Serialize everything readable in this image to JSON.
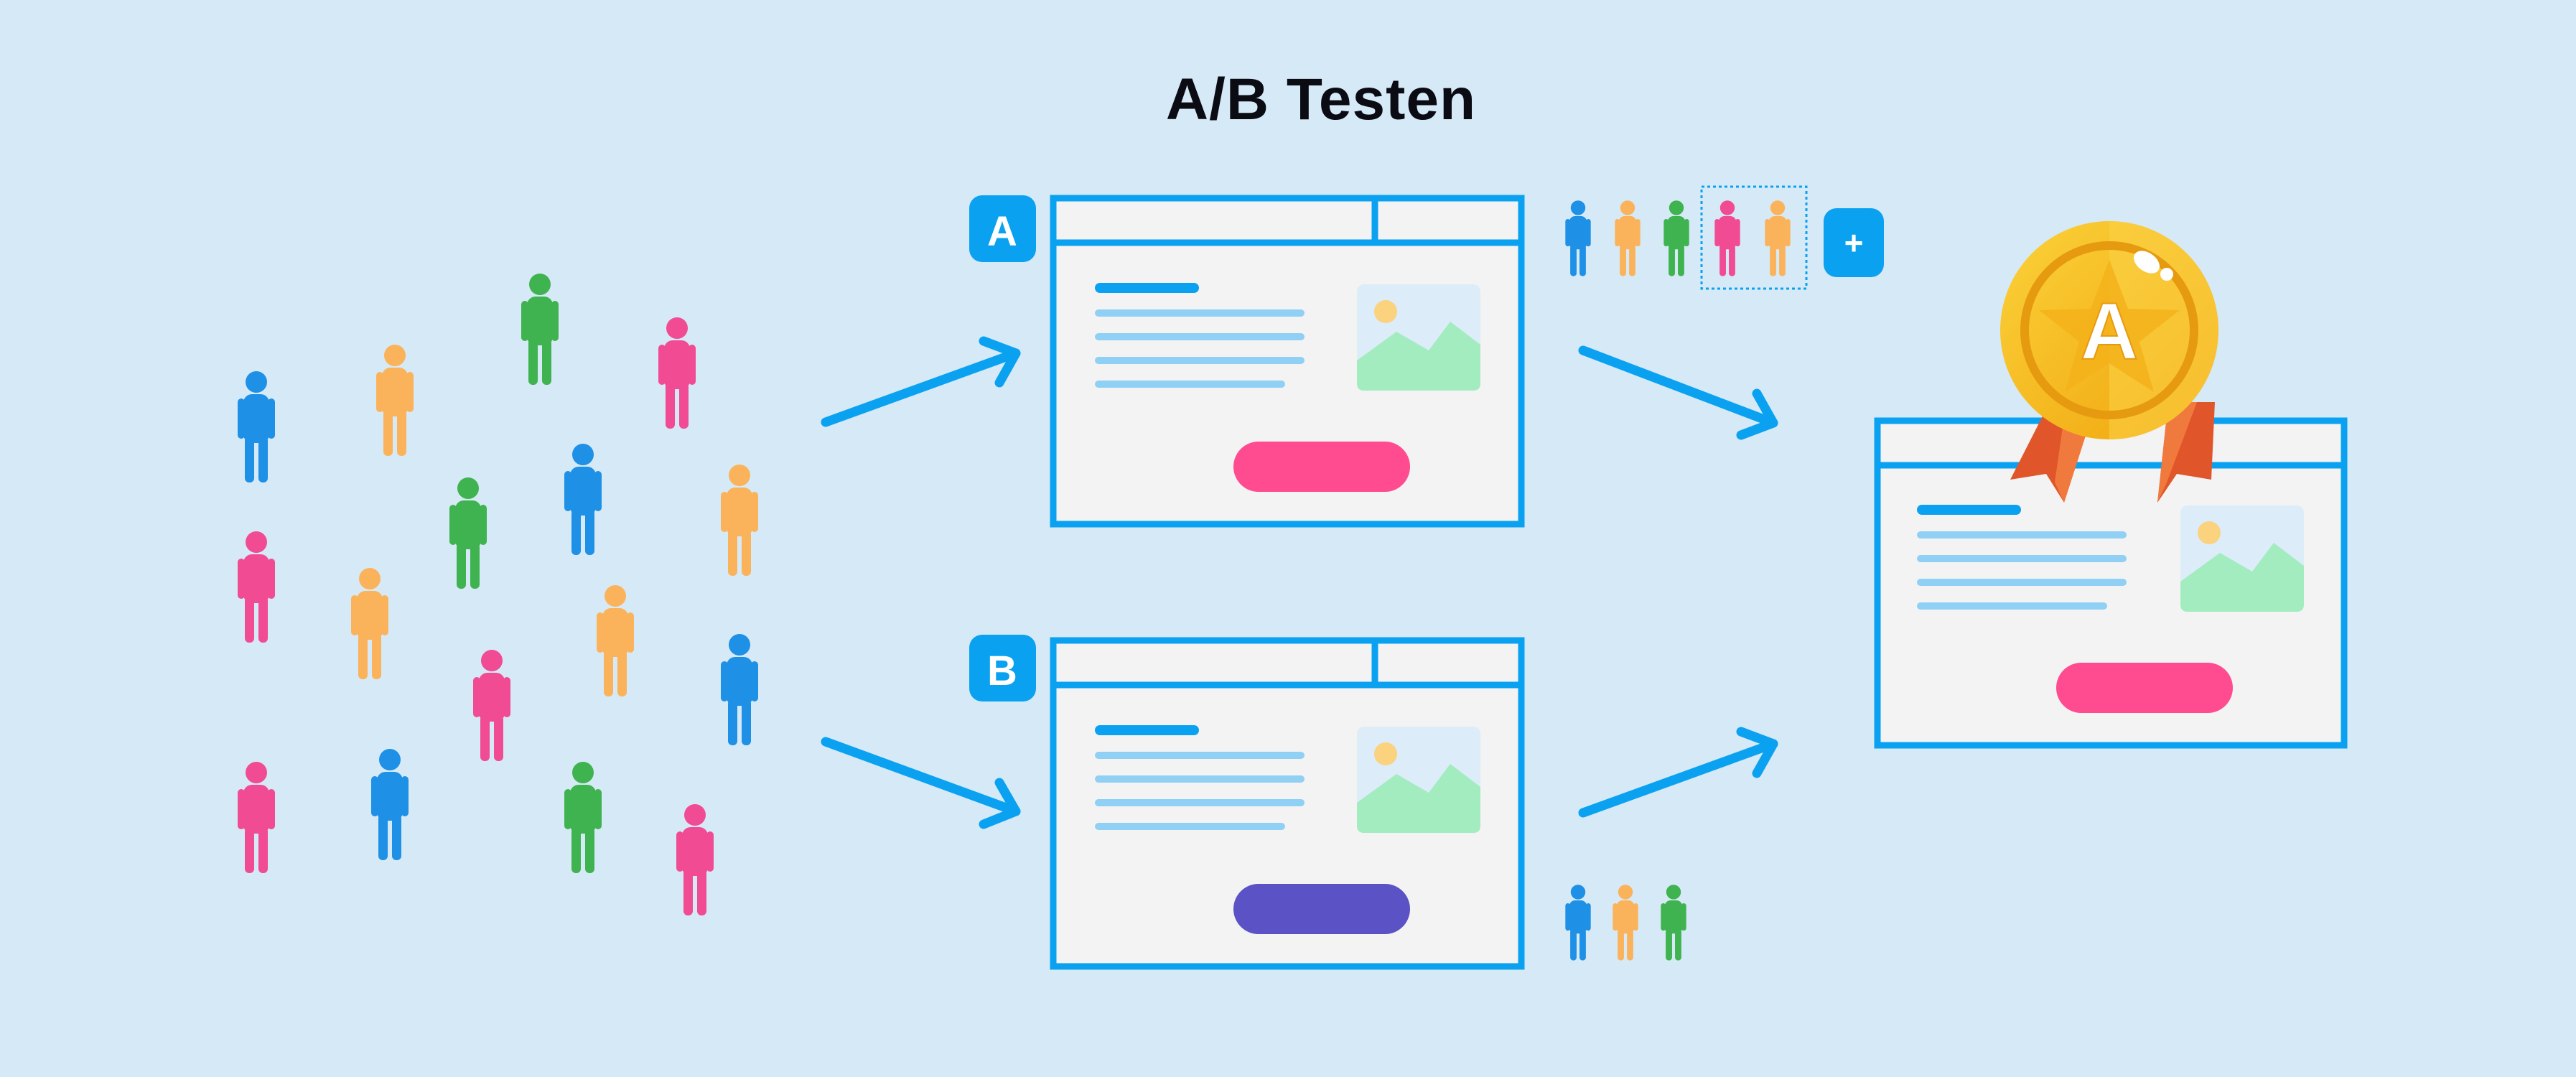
{
  "title": "A/B Testen",
  "variants": [
    {
      "label": "A",
      "button_color": "#ff4b8f"
    },
    {
      "label": "B",
      "button_color": "#5b52c6"
    }
  ],
  "result": {
    "plus_label": "+",
    "medal_letter": "A",
    "winner_button_color": "#ff4b8f"
  },
  "colors": {
    "background": "#d6e9f6",
    "accent": "#0aa2f0",
    "person_blue": "#1e90e6",
    "person_orange": "#fbb35b",
    "person_green": "#3fb34f",
    "person_pink": "#f04b93",
    "text_line": "#8fd0f4",
    "image_sky": "#dcecf9",
    "image_hills": "#a3ecc0",
    "sun": "#fbd27e",
    "medal_gold": "#f7ba12",
    "ribbon": "#e8622b"
  }
}
